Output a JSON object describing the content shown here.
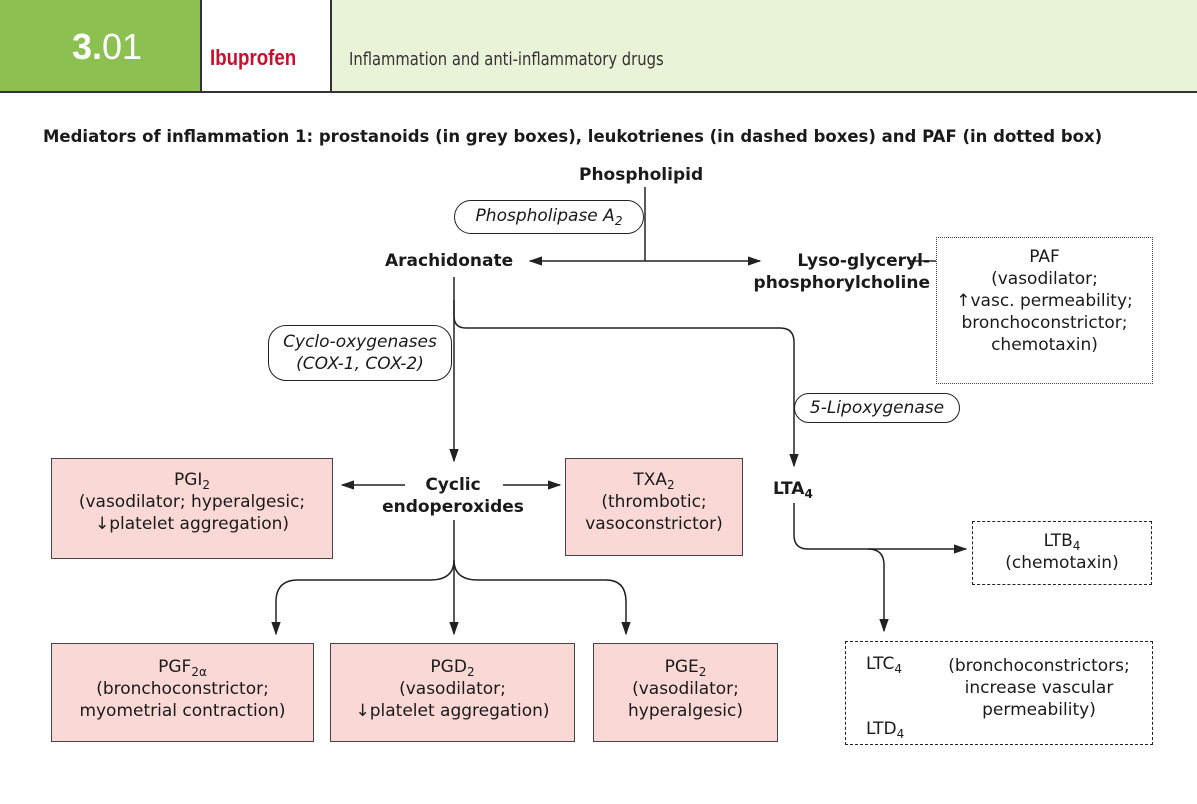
{
  "header": {
    "section_major": "3.",
    "section_minor": "01",
    "drug_name": "Ibuprofen",
    "chapter": "Inflammation and anti-inflammatory drugs",
    "colors": {
      "green": "#8cc152",
      "pale_green": "#e8f3d8",
      "drug_red": "#c8102e",
      "box_pink": "#fad8d5"
    }
  },
  "title": "Mediators of inflammation 1: prostanoids (in grey boxes), leukotrienes (in dashed boxes) and PAF (in dotted box)",
  "nodes": {
    "phospholipid": "Phospholipid",
    "arachidonate": "Arachidonate",
    "lyso": {
      "line1": "Lyso-glyceryl-",
      "line2": "phosphorylcholine"
    },
    "cyclic": {
      "line1": "Cyclic",
      "line2": "endoperoxides"
    },
    "lta": {
      "base": "LTA",
      "sub": "4"
    }
  },
  "enzymes": {
    "pla2": {
      "base": "Phospholipase A",
      "sub": "2"
    },
    "cox": {
      "line1": "Cyclo-oxygenases",
      "line2": "(COX-1, COX-2)"
    },
    "lox": "5-Lipoxygenase"
  },
  "boxes": {
    "paf": {
      "name": "PAF",
      "lines": [
        "(vasodilator;",
        "↑vasc. permeability;",
        "bronchoconstrictor;",
        "chemotaxin)"
      ]
    },
    "pgi2": {
      "base": "PGI",
      "sub": "2",
      "lines": [
        "(vasodilator; hyperalgesic;",
        "↓platelet aggregation)"
      ]
    },
    "txa2": {
      "base": "TXA",
      "sub": "2",
      "lines": [
        "(thrombotic;",
        "vasoconstrictor)"
      ]
    },
    "ltb4": {
      "base": "LTB",
      "sub": "4",
      "lines": [
        "(chemotaxin)"
      ]
    },
    "pgf2a": {
      "base": "PGF",
      "sub": "2α",
      "lines": [
        "(bronchoconstrictor;",
        "myometrial contraction)"
      ]
    },
    "pgd2": {
      "base": "PGD",
      "sub": "2",
      "lines": [
        "(vasodilator;",
        "↓platelet aggregation)"
      ]
    },
    "pge2": {
      "base": "PGE",
      "sub": "2",
      "lines": [
        "(vasodilator;",
        "hyperalgesic)"
      ]
    },
    "ltc_ltd": {
      "ltc": {
        "base": "LTC",
        "sub": "4"
      },
      "ltd": {
        "base": "LTD",
        "sub": "4"
      },
      "lines": [
        "(bronchoconstrictors;",
        "increase vascular",
        "permeability)"
      ]
    }
  }
}
